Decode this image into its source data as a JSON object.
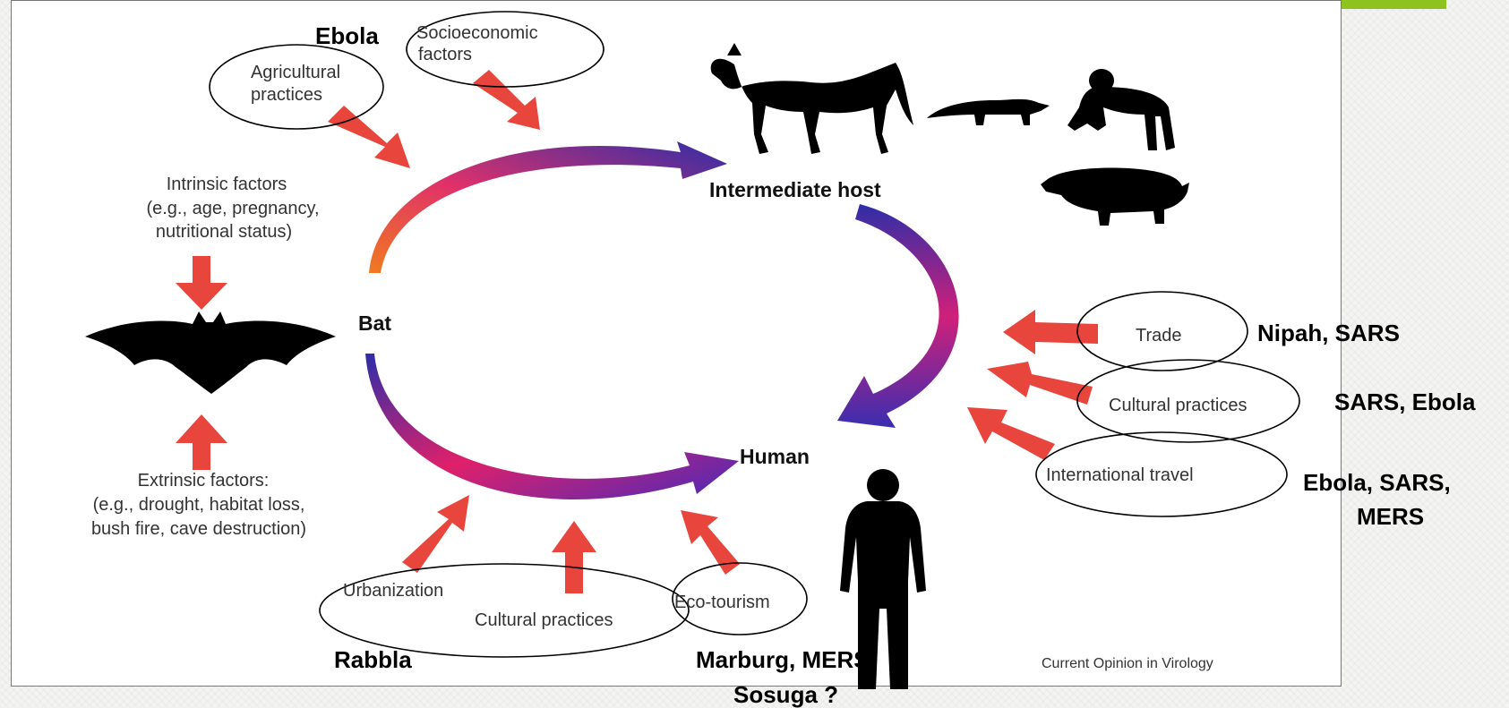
{
  "labels": {
    "intrinsic": [
      "Intrinsic factors",
      "(e.g., age, pregnancy,",
      "nutritional status)"
    ],
    "extrinsic": [
      "Extrinsic factors:",
      "(e.g., drought, habitat loss,",
      "bush fire, cave destruction)"
    ],
    "bat": "Bat",
    "intermediate_host": "Intermediate host",
    "human": "Human",
    "agricultural": [
      "Agricultural",
      "practices"
    ],
    "socioeconomic": [
      "Socioeconomic",
      "factors"
    ],
    "trade": "Trade",
    "cultural_right": "Cultural practices",
    "international_travel": "International travel",
    "urbanization": "Urbanization",
    "cultural_bottom": "Cultural practices",
    "eco_tourism": "Eco-tourism",
    "credit": "Current Opinion in Virology"
  },
  "annotations": {
    "ebola_top": "Ebola",
    "nipah_sars": "Nipah, SARS",
    "sars_ebola": "SARS, Ebola",
    "ebola_sars_mers": [
      "Ebola, SARS,",
      "MERS"
    ],
    "rabbia": "Rabbla",
    "marburg": [
      "Marburg, MERS,",
      "Sosuga ?"
    ]
  },
  "colors": {
    "accent_bar": "#8dc21f",
    "arrow_red": "#e8463c",
    "arrow_blue": "#3a3ab0",
    "silhouette": "#000000"
  }
}
